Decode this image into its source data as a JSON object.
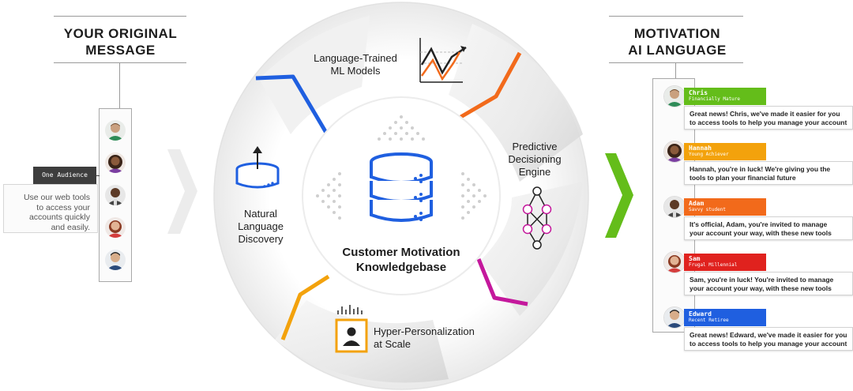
{
  "left_panel": {
    "title_line1": "YOUR ORIGINAL",
    "title_line2": "MESSAGE",
    "audience_tag": "One Audience",
    "message_lines": [
      "Use our web tools",
      "to access your",
      "accounts quickly",
      "and easily."
    ]
  },
  "right_panel": {
    "title_line1": "MOTIVATION",
    "title_line2": "AI LANGUAGE"
  },
  "wheel": {
    "top_line1": "Language-Trained",
    "top_line2": "ML Models",
    "right_line1": "Predictive",
    "right_line2": "Decisioning",
    "right_line3": "Engine",
    "bottom_line1": "Hyper-Personalization",
    "bottom_line2": "at Scale",
    "left_line1": "Natural",
    "left_line2": "Language",
    "left_line3": "Discovery",
    "center_line1": "Customer Motivation",
    "center_line2": "Knowledgebase"
  },
  "colors": {
    "blue": "#1f5fe0",
    "orange": "#f26a1b",
    "magenta": "#c4189c",
    "yellow": "#f3a20c",
    "green": "#64bd1a",
    "red": "#e0221e"
  },
  "personas": [
    {
      "name": "Chris",
      "subtitle": "Financially Mature",
      "color": "#64bd1a",
      "msg1": "Great news! Chris, we've made it easier for you",
      "msg2": "to access tools to help you manage your account"
    },
    {
      "name": "Hannah",
      "subtitle": "Young Achiever",
      "color": "#f3a20c",
      "msg1": "Hannah, you're in luck! We're giving you the",
      "msg2": "tools to plan your financial future"
    },
    {
      "name": "Adam",
      "subtitle": "Savvy student",
      "color": "#f26a1b",
      "msg1": "It's official, Adam, you're invited to manage",
      "msg2": "your account your way, with these new tools"
    },
    {
      "name": "Sam",
      "subtitle": "Frugal Millennial",
      "color": "#e0221e",
      "msg1": "Sam, you're in luck! You're invited to manage",
      "msg2": "your account your way, with these new tools"
    },
    {
      "name": "Edward",
      "subtitle": "Recent Retiree",
      "color": "#1f5fe0",
      "msg1": "Great news! Edward, we've made it easier for you",
      "msg2": "to access tools to help you manage your account"
    }
  ]
}
